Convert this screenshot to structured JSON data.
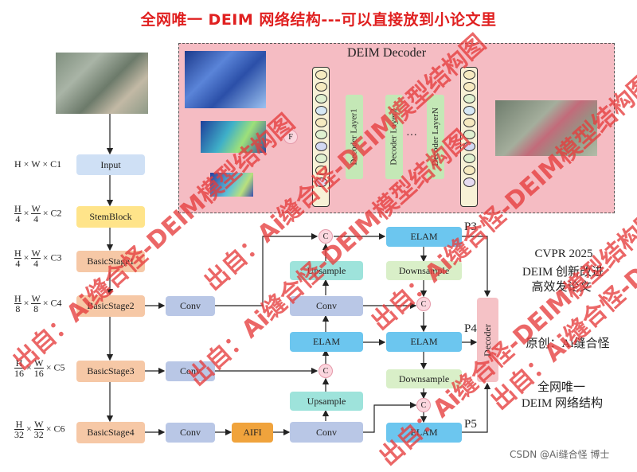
{
  "title": "全网唯一 DEIM 网络结构---可以直接放到小论文里",
  "decoder_panel": {
    "title": "DEIM Decoder",
    "fuse_label": "F",
    "layers": [
      "Decoder Layer1",
      "Decoder Layer2",
      "Decoder LayerN"
    ],
    "ellipsis": "···"
  },
  "backbone": {
    "input_label": "Input",
    "stem_label": "StemBlock",
    "stages": [
      "BasicStage1",
      "BasicStage2",
      "BasicStage3",
      "BasicStage4"
    ]
  },
  "dims": [
    {
      "h": "H",
      "w": "W",
      "c": "× C1",
      "plain": "H × W × C1"
    },
    {
      "h_num": "H",
      "h_den": "4",
      "w_num": "W",
      "w_den": "4",
      "c": "× C2"
    },
    {
      "h_num": "H",
      "h_den": "4",
      "w_num": "W",
      "w_den": "4",
      "c": "× C3"
    },
    {
      "h_num": "H",
      "h_den": "8",
      "w_num": "W",
      "w_den": "8",
      "c": "× C4"
    },
    {
      "h_num": "H",
      "h_den": "16",
      "w_num": "W",
      "w_den": "16",
      "c": "× C5"
    },
    {
      "h_num": "H",
      "h_den": "32",
      "w_num": "W",
      "w_den": "32",
      "c": "× C6"
    }
  ],
  "neck": {
    "conv": "Conv",
    "aifi": "AIFI",
    "elam": "ELAM",
    "upsample": "Upsample",
    "downsample": "Downsample",
    "concat": "C",
    "decoder": "Decoder",
    "p3": "P3",
    "p4": "P4",
    "p5": "P5"
  },
  "side_notes": {
    "venue": "CVPR 2025",
    "line2": "DEIM 创新改进",
    "line3": "高效发论文",
    "origin": "原创：Ai缝合怪",
    "line5": "全网唯一",
    "line6": "DEIM 网络结构"
  },
  "watermark": "出自：Ai缝合怪-DEIM模型结构图",
  "credit": "CSDN @Ai缝合怪 博士",
  "colors": {
    "title": "#e02020",
    "panel": "#f5bcc3",
    "elam": "#6cc6ef",
    "conv": "#b9c7e6",
    "aifi": "#f0a33c",
    "stage": "#f6c8a6"
  }
}
